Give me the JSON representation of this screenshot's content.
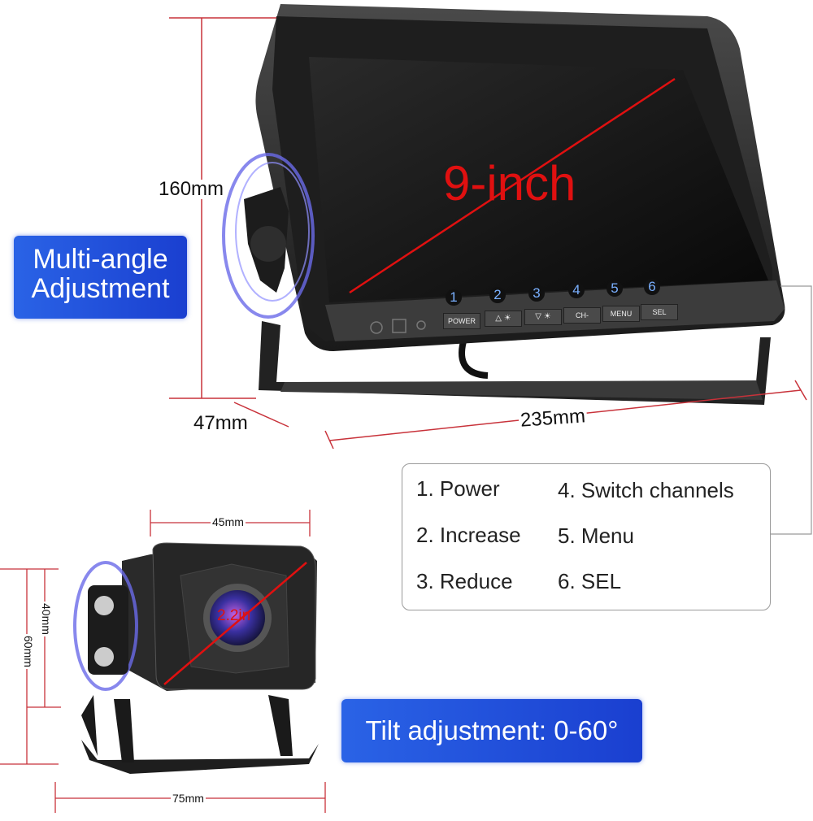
{
  "monitor": {
    "screen_size": "9-inch",
    "buttons": [
      {
        "number": "1",
        "label": "POWER"
      },
      {
        "number": "2",
        "label": "△ ☀"
      },
      {
        "number": "3",
        "label": "▽ ☀"
      },
      {
        "number": "4",
        "label": "CH-"
      },
      {
        "number": "5",
        "label": "MENU"
      },
      {
        "number": "6",
        "label": "SEL"
      }
    ],
    "dimensions": {
      "height": "160mm",
      "depth": "47mm",
      "width": "235mm"
    }
  },
  "multi_angle_label": {
    "line1": "Multi-angle",
    "line2": "Adjustment"
  },
  "legend": {
    "items": [
      "1. Power",
      "2. Increase",
      "3. Reduce",
      "4. Switch channels",
      "5. Menu",
      "6. SEL"
    ]
  },
  "camera": {
    "lens_size": "2.2in",
    "dimensions": {
      "width_top": "45mm",
      "inner_height": "40mm",
      "height": "60mm",
      "width_base": "75mm"
    }
  },
  "tilt_label": "Tilt adjustment: 0-60°",
  "colors": {
    "dimension_line": "#c8323a",
    "accent_blue": "#2a5ae4",
    "red_text": "#e01010"
  }
}
